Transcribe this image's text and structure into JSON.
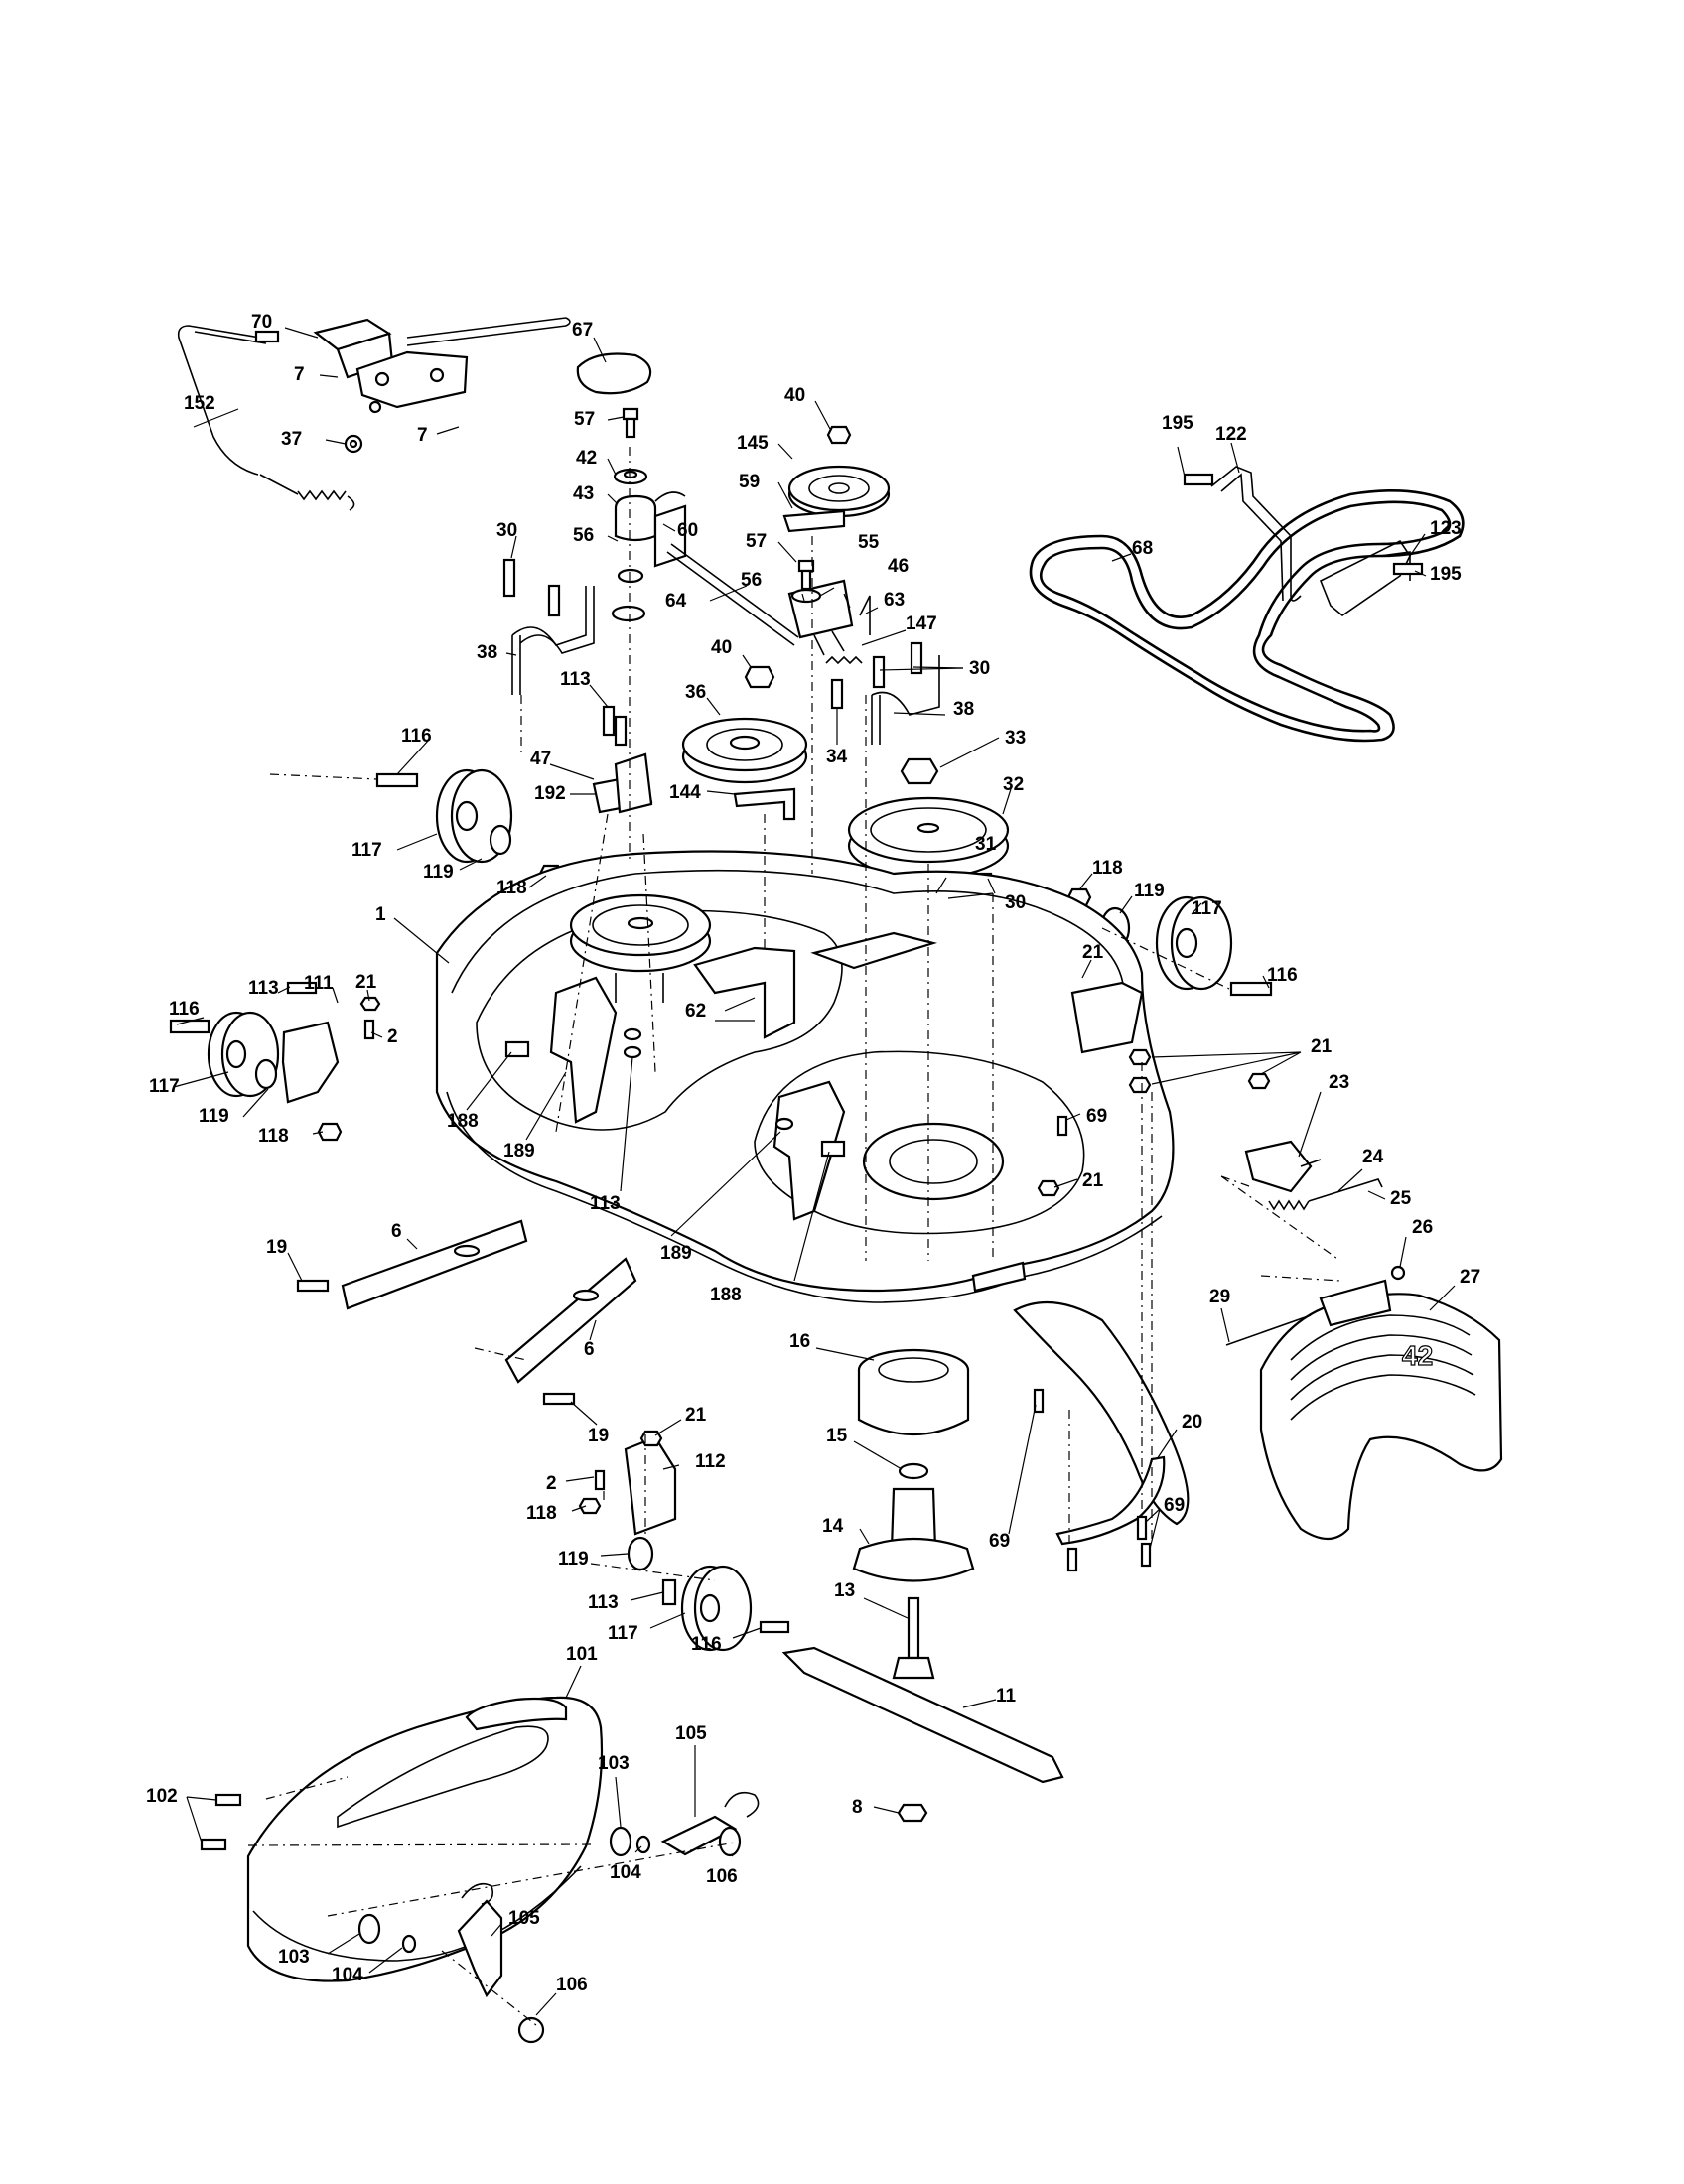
{
  "deck_badge_text": "42",
  "callouts": [
    {
      "id": "c70",
      "label": "70"
    },
    {
      "id": "c67",
      "label": "67"
    },
    {
      "id": "c7a",
      "label": "7"
    },
    {
      "id": "c7b",
      "label": "7"
    },
    {
      "id": "c152",
      "label": "152"
    },
    {
      "id": "c37",
      "label": "37"
    },
    {
      "id": "c57a",
      "label": "57"
    },
    {
      "id": "c42",
      "label": "42"
    },
    {
      "id": "c43",
      "label": "43"
    },
    {
      "id": "c56a",
      "label": "56"
    },
    {
      "id": "c60",
      "label": "60"
    },
    {
      "id": "c64",
      "label": "64"
    },
    {
      "id": "c40a",
      "label": "40"
    },
    {
      "id": "c145",
      "label": "145"
    },
    {
      "id": "c59",
      "label": "59"
    },
    {
      "id": "c57b",
      "label": "57"
    },
    {
      "id": "c55",
      "label": "55"
    },
    {
      "id": "c46",
      "label": "46"
    },
    {
      "id": "c56b",
      "label": "56"
    },
    {
      "id": "c63",
      "label": "63"
    },
    {
      "id": "c147",
      "label": "147"
    },
    {
      "id": "c40b",
      "label": "40"
    },
    {
      "id": "c30a",
      "label": "30"
    },
    {
      "id": "c38a",
      "label": "38"
    },
    {
      "id": "c30b",
      "label": "30"
    },
    {
      "id": "c38b",
      "label": "38"
    },
    {
      "id": "c36",
      "label": "36"
    },
    {
      "id": "c34",
      "label": "34"
    },
    {
      "id": "c113a",
      "label": "113"
    },
    {
      "id": "c47",
      "label": "47"
    },
    {
      "id": "c192",
      "label": "192"
    },
    {
      "id": "c144",
      "label": "144"
    },
    {
      "id": "c33",
      "label": "33"
    },
    {
      "id": "c32",
      "label": "32"
    },
    {
      "id": "c31",
      "label": "31"
    },
    {
      "id": "c30c",
      "label": "30"
    },
    {
      "id": "c116a",
      "label": "116"
    },
    {
      "id": "c117a",
      "label": "117"
    },
    {
      "id": "c119a",
      "label": "119"
    },
    {
      "id": "c118a",
      "label": "118"
    },
    {
      "id": "c195a",
      "label": "195"
    },
    {
      "id": "c122",
      "label": "122"
    },
    {
      "id": "c68",
      "label": "68"
    },
    {
      "id": "c123",
      "label": "123"
    },
    {
      "id": "c195b",
      "label": "195"
    },
    {
      "id": "c118b",
      "label": "118"
    },
    {
      "id": "c119b",
      "label": "119"
    },
    {
      "id": "c117b",
      "label": "117"
    },
    {
      "id": "c116b",
      "label": "116"
    },
    {
      "id": "c21a",
      "label": "21"
    },
    {
      "id": "c1",
      "label": "1"
    },
    {
      "id": "c62",
      "label": "62"
    },
    {
      "id": "c116c",
      "label": "116"
    },
    {
      "id": "c113b",
      "label": "113"
    },
    {
      "id": "c111",
      "label": "111"
    },
    {
      "id": "c21b",
      "label": "21"
    },
    {
      "id": "c2a",
      "label": "2"
    },
    {
      "id": "c117c",
      "label": "117"
    },
    {
      "id": "c119c",
      "label": "119"
    },
    {
      "id": "c118c",
      "label": "118"
    },
    {
      "id": "c188a",
      "label": "188"
    },
    {
      "id": "c189a",
      "label": "189"
    },
    {
      "id": "c113c",
      "label": "113"
    },
    {
      "id": "c21c",
      "label": "21"
    },
    {
      "id": "c23",
      "label": "23"
    },
    {
      "id": "c69a",
      "label": "69"
    },
    {
      "id": "c21d",
      "label": "21"
    },
    {
      "id": "c24",
      "label": "24"
    },
    {
      "id": "c25",
      "label": "25"
    },
    {
      "id": "c26",
      "label": "26"
    },
    {
      "id": "c27",
      "label": "27"
    },
    {
      "id": "c29",
      "label": "29"
    },
    {
      "id": "c189b",
      "label": "189"
    },
    {
      "id": "c188b",
      "label": "188"
    },
    {
      "id": "c6a",
      "label": "6"
    },
    {
      "id": "c19a",
      "label": "19"
    },
    {
      "id": "c6b",
      "label": "6"
    },
    {
      "id": "c19b",
      "label": "19"
    },
    {
      "id": "c16",
      "label": "16"
    },
    {
      "id": "c15",
      "label": "15"
    },
    {
      "id": "c20",
      "label": "20"
    },
    {
      "id": "c21e",
      "label": "21"
    },
    {
      "id": "c112",
      "label": "112"
    },
    {
      "id": "c2b",
      "label": "2"
    },
    {
      "id": "c118d",
      "label": "118"
    },
    {
      "id": "c119d",
      "label": "119"
    },
    {
      "id": "c113d",
      "label": "113"
    },
    {
      "id": "c117d",
      "label": "117"
    },
    {
      "id": "c116d",
      "label": "116"
    },
    {
      "id": "c14",
      "label": "14"
    },
    {
      "id": "c69b",
      "label": "69"
    },
    {
      "id": "c69c",
      "label": "69"
    },
    {
      "id": "c13",
      "label": "13"
    },
    {
      "id": "c11",
      "label": "11"
    },
    {
      "id": "c8",
      "label": "8"
    },
    {
      "id": "c101",
      "label": "101"
    },
    {
      "id": "c102",
      "label": "102"
    },
    {
      "id": "c103a",
      "label": "103"
    },
    {
      "id": "c105a",
      "label": "105"
    },
    {
      "id": "c104a",
      "label": "104"
    },
    {
      "id": "c106a",
      "label": "106"
    },
    {
      "id": "c103b",
      "label": "103"
    },
    {
      "id": "c104b",
      "label": "104"
    },
    {
      "id": "c105b",
      "label": "105"
    },
    {
      "id": "c106b",
      "label": "106"
    }
  ]
}
